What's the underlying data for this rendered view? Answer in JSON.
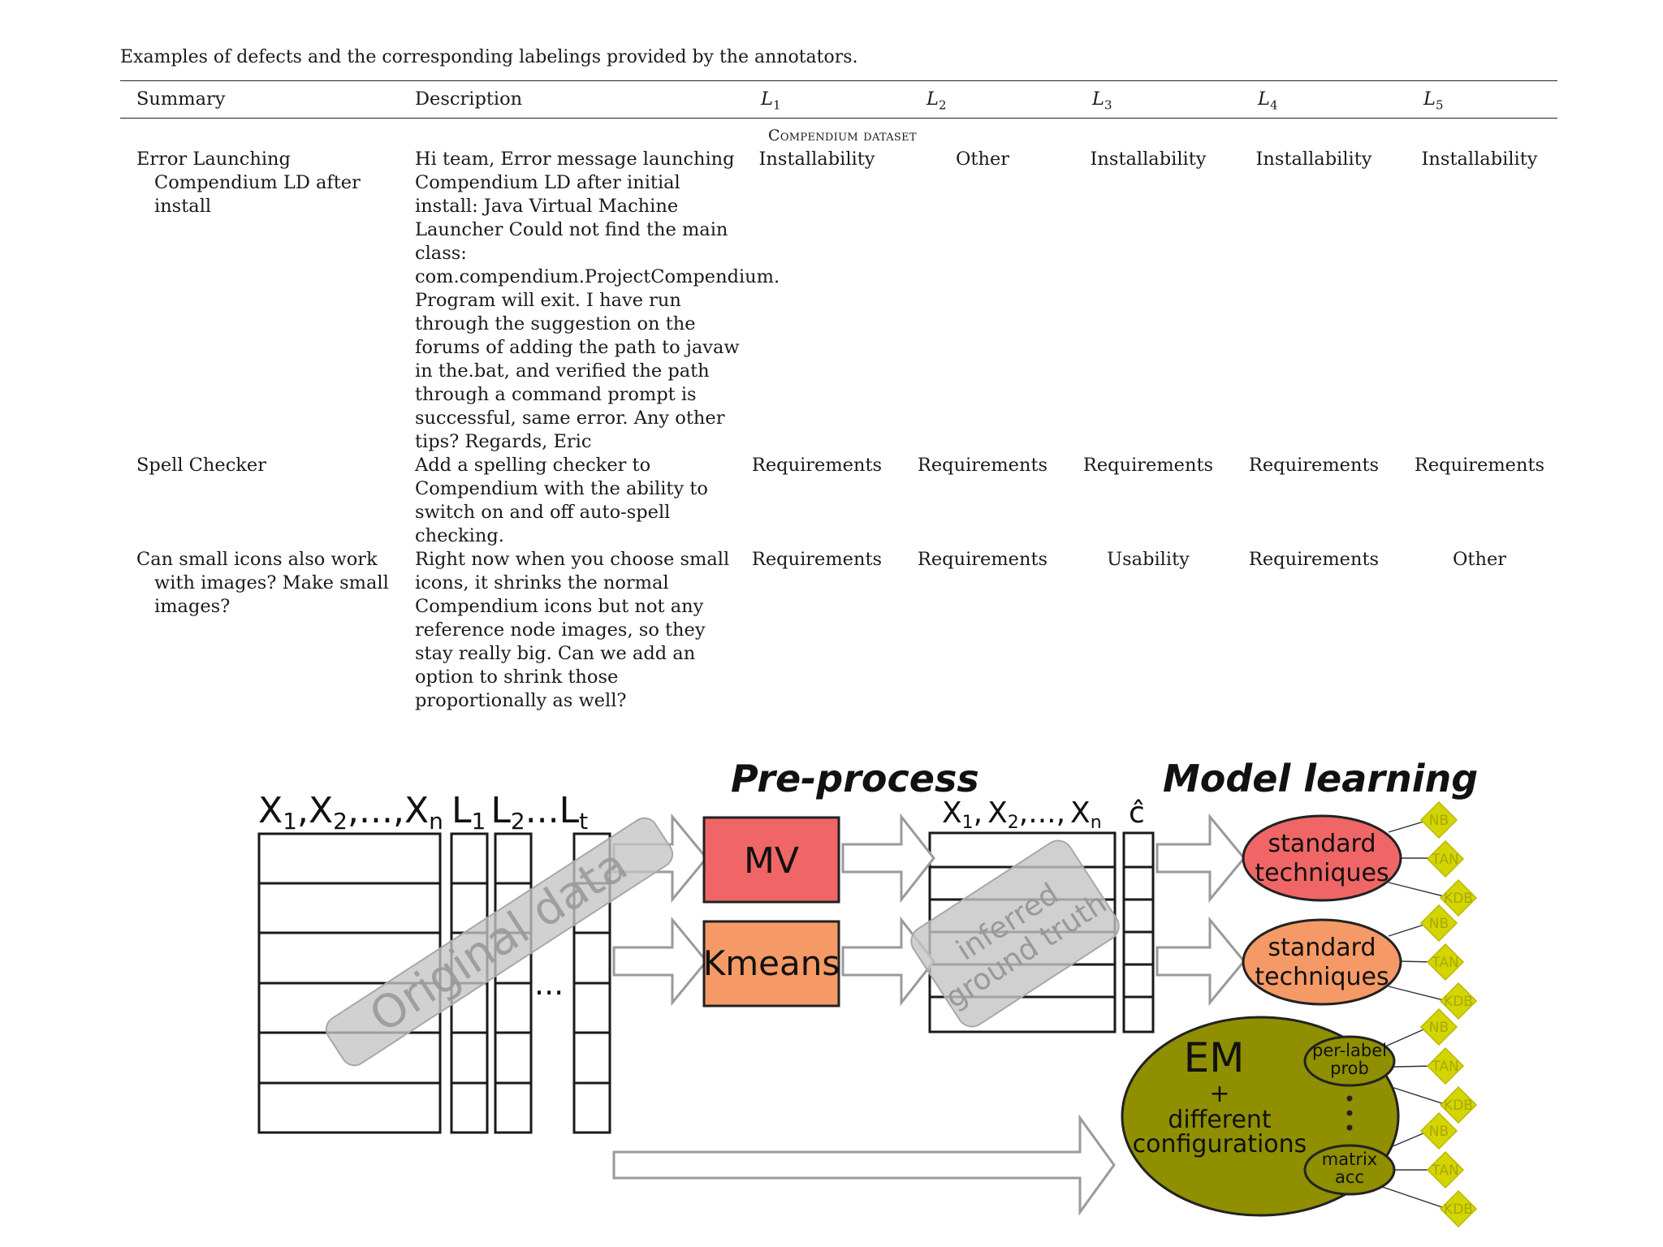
{
  "table": {
    "caption": "Examples of defects and the corresponding labelings provided by the annotators.",
    "headers": {
      "summary": "Summary",
      "description": "Description",
      "labels": [
        "L",
        "L",
        "L",
        "L",
        "L"
      ],
      "label_subscripts": [
        "1",
        "2",
        "3",
        "4",
        "5"
      ]
    },
    "section": "Compendium dataset",
    "rows": [
      {
        "summary_lines": [
          "Error Launching",
          "Compendium LD after",
          "install"
        ],
        "description_lines": [
          "Hi team, Error message launching",
          "Compendium LD after initial",
          "install: Java Virtual Machine",
          "Launcher Could not find the main",
          "class:",
          "com.compendium.ProjectCompendium.",
          "Program will exit. I have run",
          "through the suggestion on the",
          "forums of adding the path to javaw",
          "in the.bat, and verified the path",
          "through a command prompt is",
          "successful, same error. Any other",
          "tips? Regards, Eric"
        ],
        "labels": [
          "Installability",
          "Other",
          "Installability",
          "Installability",
          "Installability"
        ]
      },
      {
        "summary_lines": [
          "Spell Checker"
        ],
        "description_lines": [
          "Add a spelling checker to",
          "Compendium with the ability to",
          "switch on and off auto-spell",
          "checking."
        ],
        "labels": [
          "Requirements",
          "Requirements",
          "Requirements",
          "Requirements",
          "Requirements"
        ]
      },
      {
        "summary_lines": [
          "Can small icons also work",
          "with images? Make small",
          "images?"
        ],
        "description_lines": [
          "Right now when you choose small",
          "icons, it shrinks the normal",
          "Compendium icons but not any",
          "reference node images, so they",
          "stay really big. Can we add an",
          "option to shrink those",
          "proportionally as well?"
        ],
        "labels": [
          "Requirements",
          "Requirements",
          "Usability",
          "Requirements",
          "Other"
        ]
      }
    ]
  },
  "figure": {
    "input_header": {
      "x1": "X",
      "x1_sub": "1",
      "x2": "X",
      "x2_sub": "2",
      "dots": "...",
      "xn": "X",
      "xn_sub": "n",
      "l1": "L",
      "l1_sub": "1",
      "l2": "L",
      "l2_sub": "2",
      "ldots": "...",
      "lt": "L",
      "lt_sub": "t"
    },
    "ellipsis": "...",
    "original_data": "Original data",
    "preprocess_title": "Pre-process",
    "mv": "MV",
    "kmeans": "Kmeans",
    "mid_header": {
      "x1": "X",
      "x1_sub": "1",
      "x2": "X",
      "x2_sub": "2",
      "xn": "X",
      "xn_sub": "n",
      "sep": ",",
      "dots": "...",
      "c_hat": "ĉ"
    },
    "inferred_line1": "inferred",
    "inferred_line2": "ground truth",
    "model_title": "Model learning",
    "standard_line1": "standard",
    "standard_line2": "techniques",
    "em": "EM",
    "plus": "+",
    "different": "different",
    "configurations": "configurations",
    "perlabel_line1": "per-label",
    "perlabel_line2": "prob",
    "matrix_line1": "matrix",
    "matrix_line2": "acc",
    "classifiers": [
      "NB",
      "TAN",
      "KDB"
    ],
    "colors": {
      "mv": "#f06666",
      "kmeans": "#f59a66",
      "standard1": "#f06666",
      "standard2": "#f59a66",
      "em": "#8f8f00",
      "diamond": "#d4d400",
      "watermark": "#bdbdbd"
    }
  }
}
